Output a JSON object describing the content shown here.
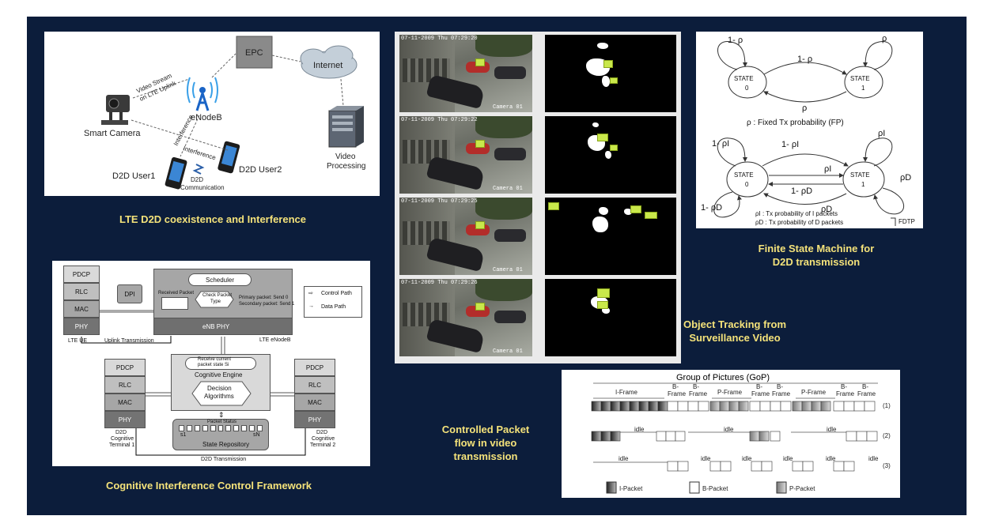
{
  "captions": {
    "lte": "LTE D2D coexistence and Interference",
    "cognitive": "Cognitive Interference Control Framework",
    "tracking": "Object Tracking from\nSurveillance Video",
    "fsm": "Finite State Machine for\nD2D transmission",
    "gop": "Controlled Packet\nflow in video\ntransmission"
  },
  "lte": {
    "epc": "EPC",
    "internet": "Internet",
    "enodeb": "eNodeB",
    "smart_camera": "Smart Camera",
    "video_stream_1": "Video Stream",
    "video_stream_2": "on LTE Uplink",
    "interference1": "Interference",
    "interference2": "Interference",
    "d2d_user1": "D2D User1",
    "d2d_user2": "D2D User2",
    "d2d_comm_1": "D2D",
    "d2d_comm_2": "Communication",
    "video_proc_1": "Video",
    "video_proc_2": "Processing"
  },
  "fsm": {
    "top_self0": "1- ρ",
    "top_self1": "ρ",
    "top_arc_up": "1- ρ",
    "top_arc_down": "ρ",
    "state0": "STATE",
    "state0_num": "0",
    "state1": "STATE",
    "state1_num": "1",
    "fp_note": "ρ : Fixed Tx probability (FP)",
    "b_self0_top": "1- ρI",
    "b_self0_bot": "1- ρD",
    "b_self1_top": "ρI",
    "b_self1_bot": "ρD",
    "b_arc_up": "1- ρI",
    "b_mid_up": "ρI",
    "b_mid_down": "1- ρD",
    "b_arc_down": "ρD",
    "note1": "ρI : Tx probability of I packets",
    "note2": "ρD : Tx probability of D packets",
    "fdtp": "FDTP"
  },
  "cog": {
    "pdcp": "PDCP",
    "rlc": "RLC",
    "mac": "MAC",
    "phy": "PHY",
    "dpi": "DPI",
    "lte_ue": "LTE UE",
    "scheduler": "Scheduler",
    "received_packet": "Received Packet",
    "check_packet_1": "Check Packet",
    "check_packet_2": "Type",
    "primary_packet": "Primary packet: Send 0",
    "secondary_packet": "Secondary packet: Send 1",
    "enb_phy": "eNB  PHY",
    "lte_enodeb": "LTE eNodeB",
    "uplink": "Uplink Transmission",
    "control_path": "Control Path",
    "data_path": "Data Path",
    "receive_state_1": "Receive current",
    "receive_state_2": "packet state Si",
    "cognitive_engine": "Cognitive Engine",
    "decision_1": "Decision",
    "decision_2": "Algorithms",
    "packet_status": "Packet Status",
    "s1": "s1",
    "sn": "sN",
    "state_repo": "State Repository",
    "d2d_t1_1": "D2D",
    "d2d_t1_2": "Cognitive",
    "d2d_t1_3": "Terminal 1",
    "d2d_t2_1": "D2D",
    "d2d_t2_2": "Cognitive",
    "d2d_t2_3": "Terminal 2",
    "d2d_tx": "D2D Transmission"
  },
  "gop": {
    "title": "Group of Pictures (GoP)",
    "iframe": "I-Frame",
    "bframe_a": "B-",
    "bframe_b": "Frame",
    "pframe": "P-Frame",
    "idle": "idle",
    "row1": "(1)",
    "row2": "(2)",
    "row3": "(3)",
    "legend_i": "I-Packet",
    "legend_b": "B-Packet",
    "legend_p": "P-Packet"
  },
  "tracking": {
    "timestamps": [
      "07-11-2009 Thu 07:29:20",
      "07-11-2009 Thu 07:29:22",
      "07-11-2009 Thu 07:29:25",
      "07-11-2009 Thu 07:29:26"
    ],
    "camera": "Camera 01"
  },
  "colors": {
    "background": "#0c1d3b",
    "caption": "#f4e27a",
    "tracker_box": "#c9e84b"
  }
}
